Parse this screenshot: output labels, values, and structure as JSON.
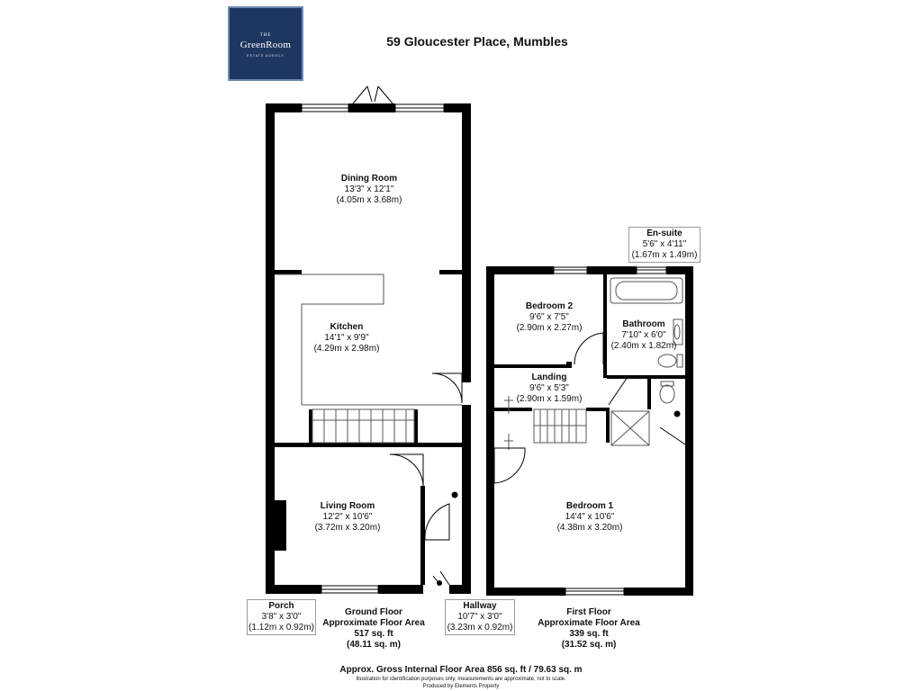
{
  "logo": {
    "small": "THE",
    "brand": "GreenRoom",
    "tag": "ESTATE AGENCY"
  },
  "title": "59 Gloucester Place, Mumbles",
  "rooms": {
    "dining": {
      "name": "Dining Room",
      "imperial": "13'3\" x 12'1\"",
      "metric": "(4.05m x 3.68m)"
    },
    "kitchen": {
      "name": "Kitchen",
      "imperial": "14'1\" x 9'9\"",
      "metric": "(4.29m x 2.98m)"
    },
    "living": {
      "name": "Living Room",
      "imperial": "12'2\" x 10'6\"",
      "metric": "(3.72m x 3.20m)"
    },
    "porch": {
      "name": "Porch",
      "imperial": "3'8\" x 3'0\"",
      "metric": "(1.12m x 0.92m)"
    },
    "hallway": {
      "name": "Hallway",
      "imperial": "10'7\" x 3'0\"",
      "metric": "(3.23m x 0.92m)"
    },
    "ensuite": {
      "name": "En-suite",
      "imperial": "5'6\" x 4'11\"",
      "metric": "(1.67m x 1.49m)"
    },
    "bedroom2": {
      "name": "Bedroom 2",
      "imperial": "9'6\" x 7'5\"",
      "metric": "(2.90m x 2.27m)"
    },
    "bathroom": {
      "name": "Bathroom",
      "imperial": "7'10\" x 6'0\"",
      "metric": "(2.40m x 1.82m)"
    },
    "landing": {
      "name": "Landing",
      "imperial": "9'6\" x 5'3\"",
      "metric": "(2.90m x 1.59m)"
    },
    "bedroom1": {
      "name": "Bedroom 1",
      "imperial": "14'4\" x 10'6\"",
      "metric": "(4.38m x 3.20m)"
    }
  },
  "floors": {
    "ground": {
      "line1": "Ground Floor",
      "line2": "Approximate Floor Area",
      "line3": "517 sq. ft",
      "line4": "(48.11 sq. m)"
    },
    "first": {
      "line1": "First Floor",
      "line2": "Approximate Floor Area",
      "line3": "339 sq. ft",
      "line4": "(31.52 sq. m)"
    }
  },
  "footer": {
    "gross": "Approx. Gross Internal Floor Area 856 sq. ft / 79.63 sq. m",
    "disclaimer": "Illustration for identification purposes only, measurements are approximate, not to scale.",
    "produced": "Produced by Elements Property"
  }
}
